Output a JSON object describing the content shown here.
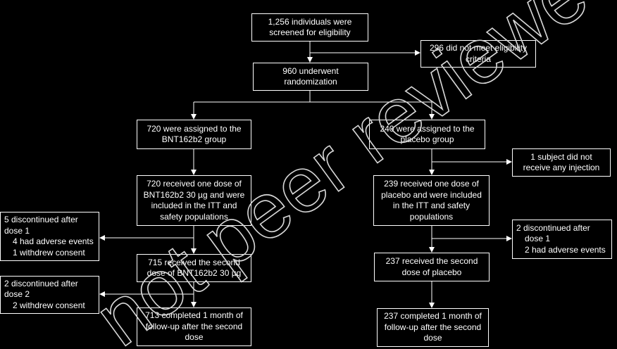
{
  "boxes": {
    "screened": [
      "1,256 individuals were",
      "screened for eligibility"
    ],
    "ineligible": [
      "296 did not meet eligibility",
      "criteria"
    ],
    "randomized": [
      "960 underwent",
      "randomization"
    ],
    "bnt_assigned": [
      "720 were assigned to the",
      "BNT162b2 group"
    ],
    "placebo_assigned": [
      "240 were assigned to the",
      "placebo group"
    ],
    "no_injection": [
      "1 subject did not",
      "receive any injection"
    ],
    "bnt_dose1": [
      "720 received one dose of",
      "BNT162b2 30 µg and were",
      "included in the ITT and",
      "safety populations"
    ],
    "placebo_dose1": [
      "239 received one dose of",
      "placebo and were included",
      "in the ITT and safety",
      "populations"
    ],
    "bnt_disc1": [
      "5 discontinued after",
      "dose 1",
      "4 had adverse events",
      "1 withdrew consent"
    ],
    "placebo_disc1": [
      "2 discontinued after",
      "dose 1",
      "2 had adverse events"
    ],
    "bnt_dose2": [
      "715 received the second",
      "dose of BNT162b2 30 µg"
    ],
    "placebo_dose2": [
      "237 received the second",
      "dose of placebo"
    ],
    "bnt_disc2": [
      "2 discontinued after",
      "dose 2",
      "2 withdrew consent"
    ],
    "bnt_followup": [
      "713 completed 1 month of",
      "follow-up after the second",
      "dose"
    ],
    "placebo_followup": [
      "237 completed 1 month of",
      "follow-up after the second",
      "dose"
    ]
  },
  "watermark": "not peer reviewed"
}
